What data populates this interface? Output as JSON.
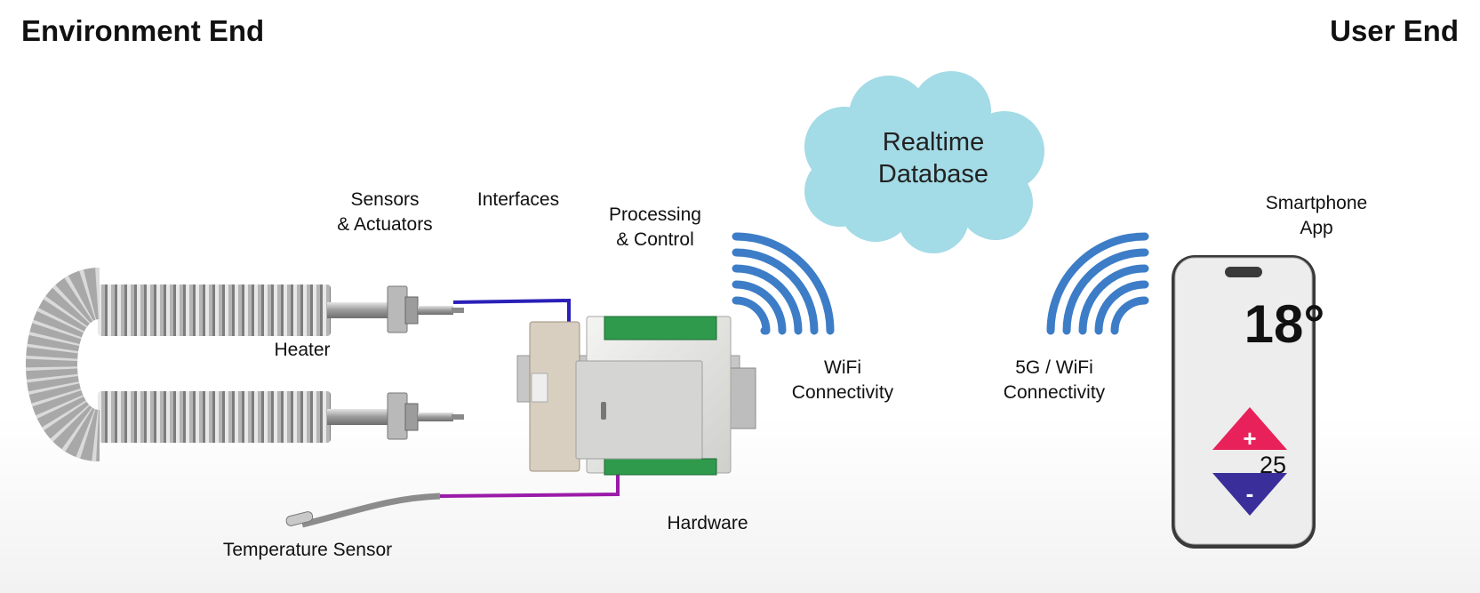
{
  "headers": {
    "left": "Environment End",
    "right": "User End"
  },
  "labels": {
    "sensors_line1": "Sensors",
    "sensors_line2": "& Actuators",
    "interfaces": "Interfaces",
    "processing_line1": "Processing",
    "processing_line2": "& Control",
    "heater": "Heater",
    "temperature_sensor": "Temperature Sensor",
    "hardware": "Hardware",
    "wifi_line1": "WiFi",
    "wifi_line2": "Connectivity",
    "fiveg_line1": "5G / WiFi",
    "fiveg_line2": "Connectivity",
    "smartphone_line1": "Smartphone",
    "smartphone_line2": "App"
  },
  "cloud": {
    "line1": "Realtime",
    "line2": "Database",
    "color": "#a3dbe6"
  },
  "phone_app": {
    "temperature": "18°",
    "setpoint": "25",
    "plus_symbol": "+",
    "minus_symbol": "-",
    "up_color": "#e8215a",
    "down_color": "#3a2f9a"
  },
  "colors": {
    "wifi_waves": "#3d7dc7",
    "interface_wire_top": "#2a1fb8",
    "interface_wire_bottom": "#9b1aa8"
  },
  "icons": {
    "heater": "heater-element-icon",
    "sensor": "temperature-probe-icon",
    "controller": "din-rail-controller-icon",
    "wifi": "wifi-waves-icon",
    "cloud": "cloud-icon",
    "phone": "smartphone-icon"
  }
}
